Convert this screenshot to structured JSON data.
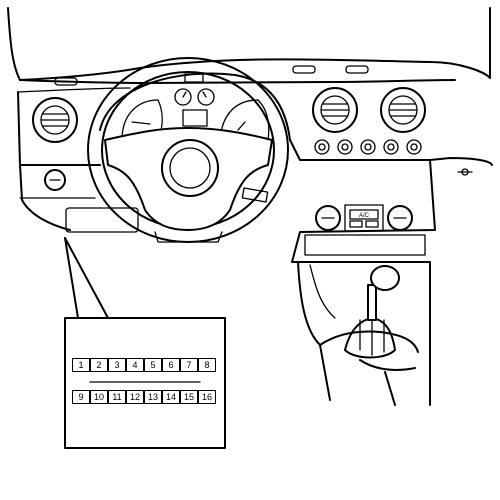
{
  "connector": {
    "top_row": [
      "1",
      "2",
      "3",
      "4",
      "5",
      "6",
      "7",
      "8"
    ],
    "bottom_row": [
      "9",
      "10",
      "11",
      "12",
      "13",
      "14",
      "15",
      "16"
    ]
  },
  "climate_panel": {
    "ac_label": "A/C"
  }
}
